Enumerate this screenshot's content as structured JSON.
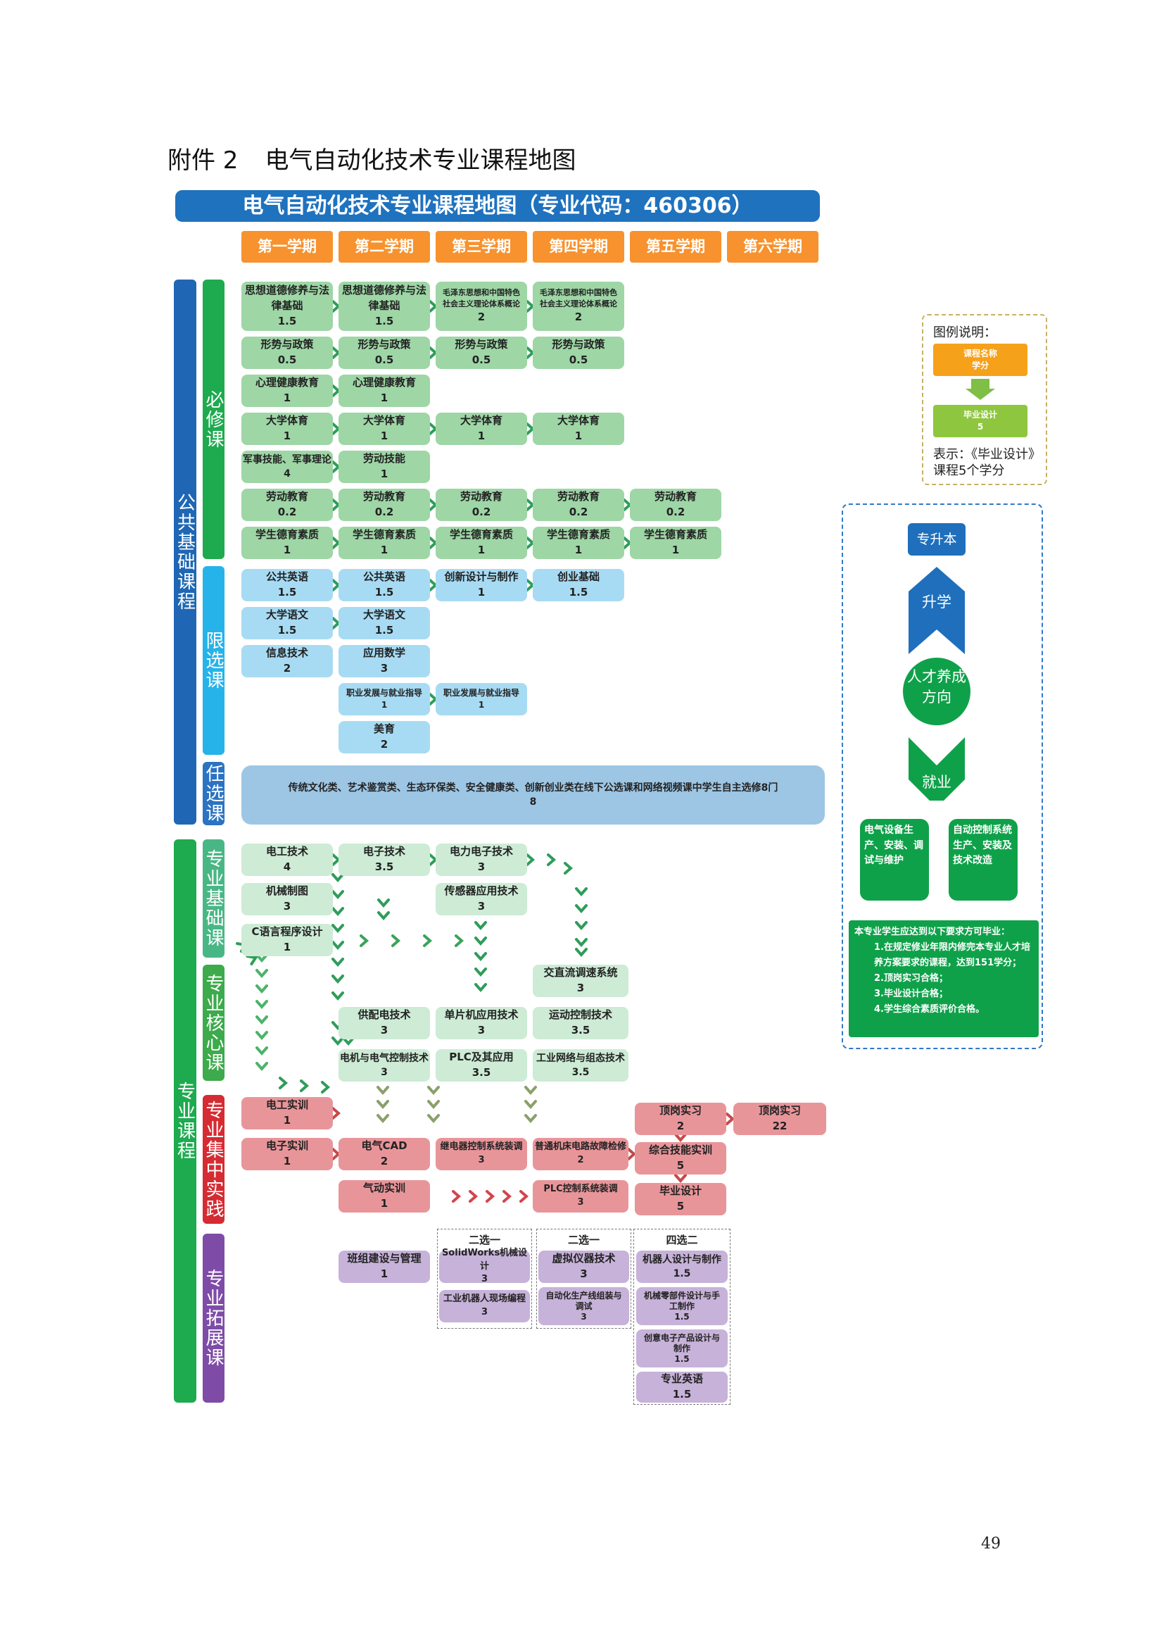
{
  "heading": {
    "label": "附件 2",
    "title": "电气自动化技术专业课程地图"
  },
  "banner": "电气自动化技术专业课程地图（专业代码：460306）",
  "semesters": [
    "第一学期",
    "第二学期",
    "第三学期",
    "第四学期",
    "第五学期",
    "第六学期"
  ],
  "categories": {
    "public": "公共基础课程",
    "required": "必修课",
    "limited": "限选课",
    "elective": "任选课",
    "professional": "专业课程",
    "prof_basic": "专业基础课",
    "prof_core": "专业核心课",
    "prof_practice": "专业集中实践",
    "prof_ext": "专业拓展课"
  },
  "nodes": {
    "sz1": {
      "name": "思想道德修养与法\n律基础",
      "credit": "1.5"
    },
    "sz2": {
      "name": "思想道德修养与法\n律基础",
      "credit": "1.5"
    },
    "mz3": {
      "name": "毛泽东思想和中国特色\n社会主义理论体系概论",
      "credit": "2"
    },
    "mz4": {
      "name": "毛泽东思想和中国特色\n社会主义理论体系概论",
      "credit": "2"
    },
    "xs1": {
      "name": "形势与政策",
      "credit": "0.5"
    },
    "xs2": {
      "name": "形势与政策",
      "credit": "0.5"
    },
    "xs3": {
      "name": "形势与政策",
      "credit": "0.5"
    },
    "xs4": {
      "name": "形势与政策",
      "credit": "0.5"
    },
    "xl1": {
      "name": "心理健康教育",
      "credit": "1"
    },
    "xl2": {
      "name": "心理健康教育",
      "credit": "1"
    },
    "ty1": {
      "name": "大学体育",
      "credit": "1"
    },
    "ty2": {
      "name": "大学体育",
      "credit": "1"
    },
    "ty3": {
      "name": "大学体育",
      "credit": "1"
    },
    "ty4": {
      "name": "大学体育",
      "credit": "1"
    },
    "js1": {
      "name": "军事技能、军事理论",
      "credit": "4"
    },
    "ld2": {
      "name": "劳动技能",
      "credit": "1"
    },
    "lj1": {
      "name": "劳动教育",
      "credit": "0.2"
    },
    "lj2": {
      "name": "劳动教育",
      "credit": "0.2"
    },
    "lj3": {
      "name": "劳动教育",
      "credit": "0.2"
    },
    "lj4": {
      "name": "劳动教育",
      "credit": "0.2"
    },
    "lj5": {
      "name": "劳动教育",
      "credit": "0.2"
    },
    "dy1": {
      "name": "学生德育素质",
      "credit": "1"
    },
    "dy2": {
      "name": "学生德育素质",
      "credit": "1"
    },
    "dy3": {
      "name": "学生德育素质",
      "credit": "1"
    },
    "dy4": {
      "name": "学生德育素质",
      "credit": "1"
    },
    "dy5": {
      "name": "学生德育素质",
      "credit": "1"
    },
    "yy1": {
      "name": "公共英语",
      "credit": "1.5"
    },
    "yy2": {
      "name": "公共英语",
      "credit": "1.5"
    },
    "cx3": {
      "name": "创新设计与制作",
      "credit": "1"
    },
    "cy4": {
      "name": "创业基础",
      "credit": "1.5"
    },
    "yw1": {
      "name": "大学语文",
      "credit": "1.5"
    },
    "yw2": {
      "name": "大学语文",
      "credit": "1.5"
    },
    "xx1": {
      "name": "信息技术",
      "credit": "2"
    },
    "sx2": {
      "name": "应用数学",
      "credit": "3"
    },
    "zy2": {
      "name": "职业发展与就业指导",
      "credit": "1"
    },
    "zy3": {
      "name": "职业发展与就业指导",
      "credit": "1"
    },
    "my2": {
      "name": "美育",
      "credit": "2"
    },
    "rx": {
      "name": "传统文化类、艺术鉴赏类、生态环保类、安全健康类、创新创业类在线下公选课和网络视频课中学生自主选修8门",
      "credit": "8"
    },
    "dg1": {
      "name": "电工技术",
      "credit": "4"
    },
    "dz2": {
      "name": "电子技术",
      "credit": "3.5"
    },
    "dl3": {
      "name": "电力电子技术",
      "credit": "3"
    },
    "jx1": {
      "name": "机械制图",
      "credit": "3"
    },
    "cg3": {
      "name": "传感器应用技术",
      "credit": "3"
    },
    "c1": {
      "name": "C语言程序设计",
      "credit": "1"
    },
    "jl4": {
      "name": "交直流调速系统",
      "credit": "3"
    },
    "gp2": {
      "name": "供配电技术",
      "credit": "3"
    },
    "dp3": {
      "name": "单片机应用技术",
      "credit": "3"
    },
    "yd4": {
      "name": "运动控制技术",
      "credit": "3.5"
    },
    "dj2": {
      "name": "电机与电气控制技术",
      "credit": "3"
    },
    "plc3": {
      "name": "PLC及其应用",
      "credit": "3.5"
    },
    "gw4": {
      "name": "工业网络与组态技术",
      "credit": "3.5"
    },
    "dgsx1": {
      "name": "电工实训",
      "credit": "1"
    },
    "dzsx1": {
      "name": "电子实训",
      "credit": "1"
    },
    "cad2": {
      "name": "电气CAD",
      "credit": "2"
    },
    "qd2": {
      "name": "气动实训",
      "credit": "1"
    },
    "jdq3": {
      "name": "继电器控制系统装调",
      "credit": "3"
    },
    "jc4": {
      "name": "普通机床电路故障检修",
      "credit": "2"
    },
    "plczt4": {
      "name": "PLC控制系统装调",
      "credit": "3"
    },
    "dg5": {
      "name": "顶岗实习",
      "credit": "2"
    },
    "zh5": {
      "name": "综合技能实训",
      "credit": "5"
    },
    "by5": {
      "name": "毕业设计",
      "credit": "5"
    },
    "dg6": {
      "name": "顶岗实习",
      "credit": "22"
    },
    "bz2": {
      "name": "班组建设与管理",
      "credit": "1"
    },
    "sw3": {
      "name": "SolidWorks机械设计",
      "credit": "3"
    },
    "jqr3": {
      "name": "工业机器人现场编程",
      "credit": "3"
    },
    "xn4": {
      "name": "虚拟仪器技术",
      "credit": "3"
    },
    "zdh4": {
      "name": "自动化生产线组装与\n调试",
      "credit": "3"
    },
    "jqrsj5": {
      "name": "机器人设计与制作",
      "credit": "1.5"
    },
    "jxlb5": {
      "name": "机械零部件设计与手\n工制作",
      "credit": "1.5"
    },
    "cydz5": {
      "name": "创意电子产品设计与\n制作",
      "credit": "1.5"
    },
    "zyyy5": {
      "name": "专业英语",
      "credit": "1.5"
    }
  },
  "groups": {
    "g3": "二选一",
    "g4": "二选一",
    "g5": "四选二"
  },
  "legend": {
    "title": "图例说明：",
    "sample_name": "课程名称",
    "sample_credit": "学分",
    "example_name": "毕业设计",
    "example_credit": "5",
    "note": "表示：《毕业设计》课程5个学分"
  },
  "destinations": {
    "upgrade": "专升本",
    "study": "升学",
    "center": "人才养成方向",
    "employ": "就业",
    "job1": "电气设备生产、安装、调试与维护",
    "job2": "自动控制系统生产、安装及技术改造"
  },
  "graduation": {
    "title": "本专业学生应达到以下要求方可毕业：",
    "items": [
      "1.在规定修业年限内修完本专业人才培养方案要求的课程，达到151学分；",
      "2.顶岗实习合格；",
      "3.毕业设计合格；",
      "4.学生综合素质评价合格。"
    ]
  },
  "page_number": "49",
  "colors": {
    "banner": "#1f72be",
    "semester": "#f7922e",
    "required": "#9ed6a6",
    "limited": "#a7dbf3",
    "practice": "#e8959a",
    "extension": "#c7b2d9",
    "destination": "#0fa14a"
  }
}
